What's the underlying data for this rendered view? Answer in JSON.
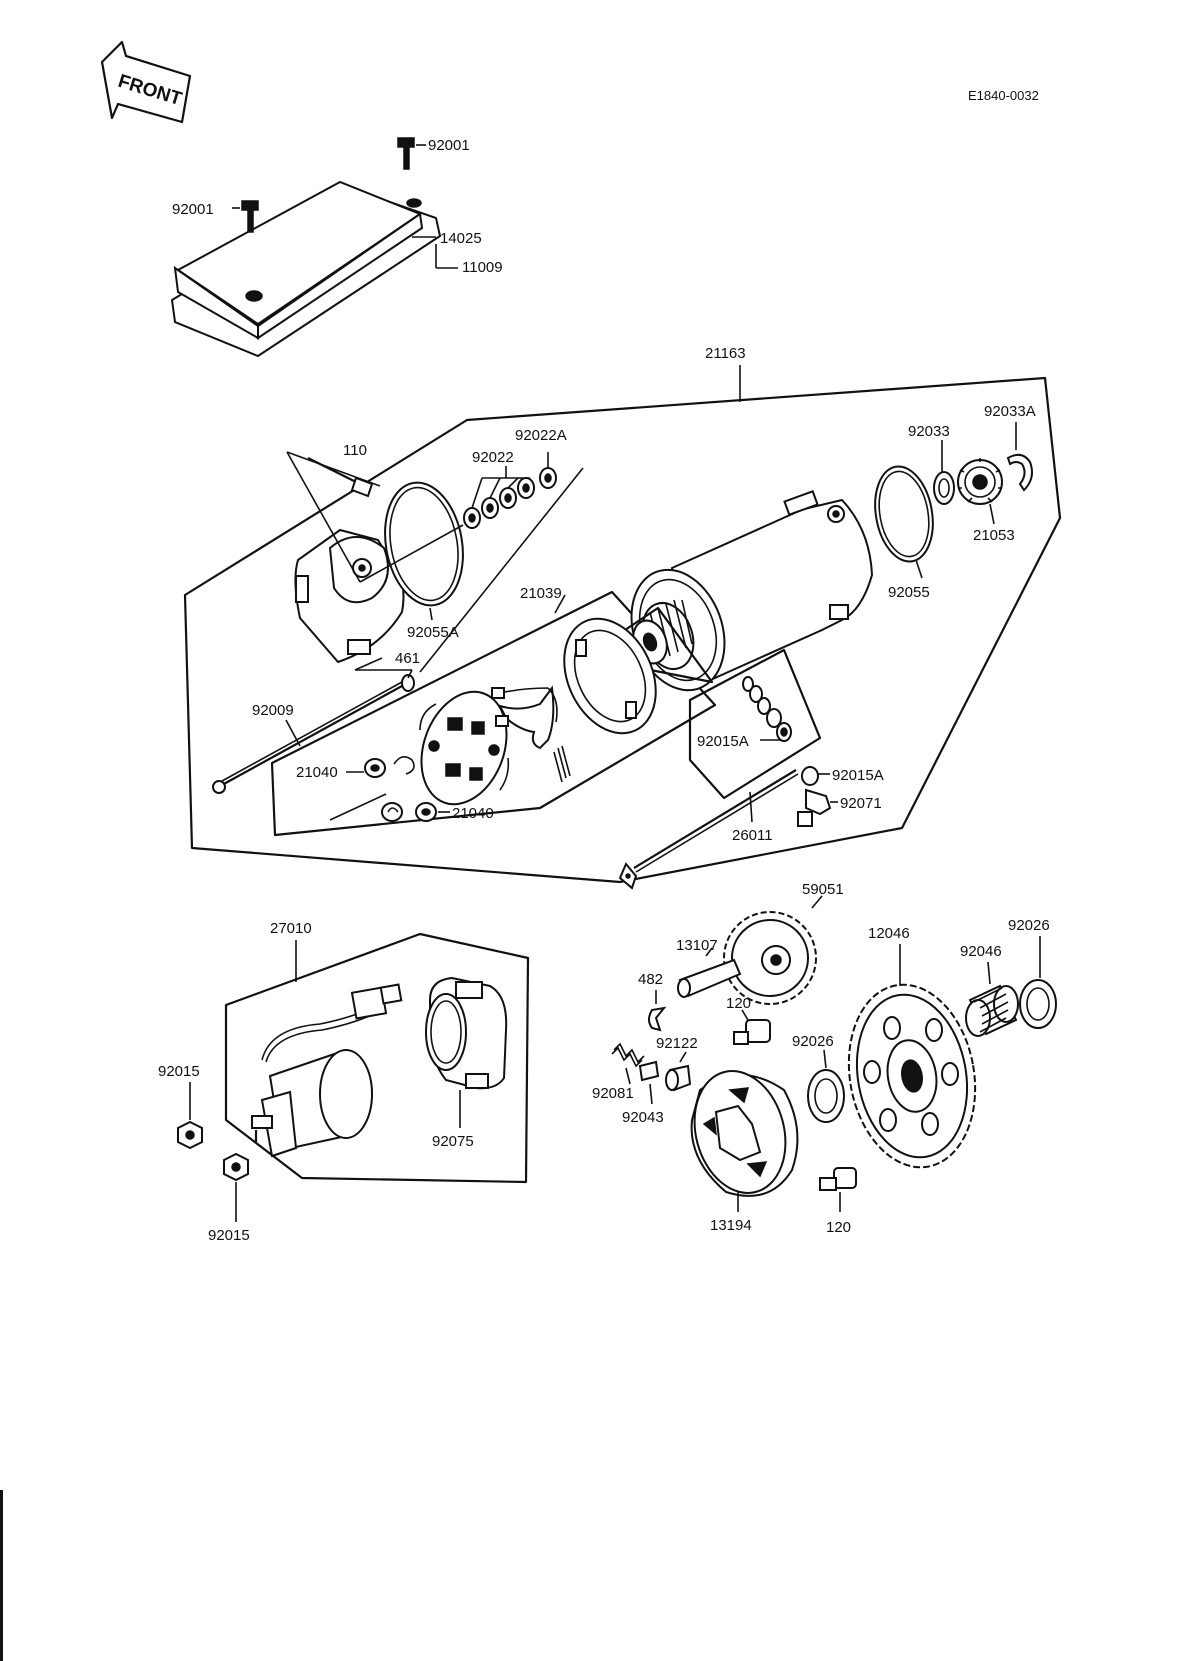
{
  "diagram_id": "E1840-0032",
  "front_label": "FRONT",
  "labels": {
    "l92001_top": "92001",
    "l92001_left": "92001",
    "l14025": "14025",
    "l11009": "11009",
    "l21163": "21163",
    "l110": "110",
    "l92022A": "92022A",
    "l92022": "92022",
    "l92033": "92033",
    "l92033A": "92033A",
    "l21053": "21053",
    "l92055": "92055",
    "l92055A": "92055A",
    "l21039": "21039",
    "l461": "461",
    "l92009": "92009",
    "l21040_a": "21040",
    "l21040_b": "21040",
    "l92015A_a": "92015A",
    "l92015A_b": "92015A",
    "l92071": "92071",
    "l26011": "26011",
    "l59051": "59051",
    "l12046": "12046",
    "l92026_a": "92026",
    "l92046": "92046",
    "l13107": "13107",
    "l482": "482",
    "l120_a": "120",
    "l92122": "92122",
    "l92026_b": "92026",
    "l92081": "92081",
    "l92043": "92043",
    "l13194": "13194",
    "l120_b": "120",
    "l27010": "27010",
    "l92015_a": "92015",
    "l92015_b": "92015",
    "l92075": "92075"
  }
}
